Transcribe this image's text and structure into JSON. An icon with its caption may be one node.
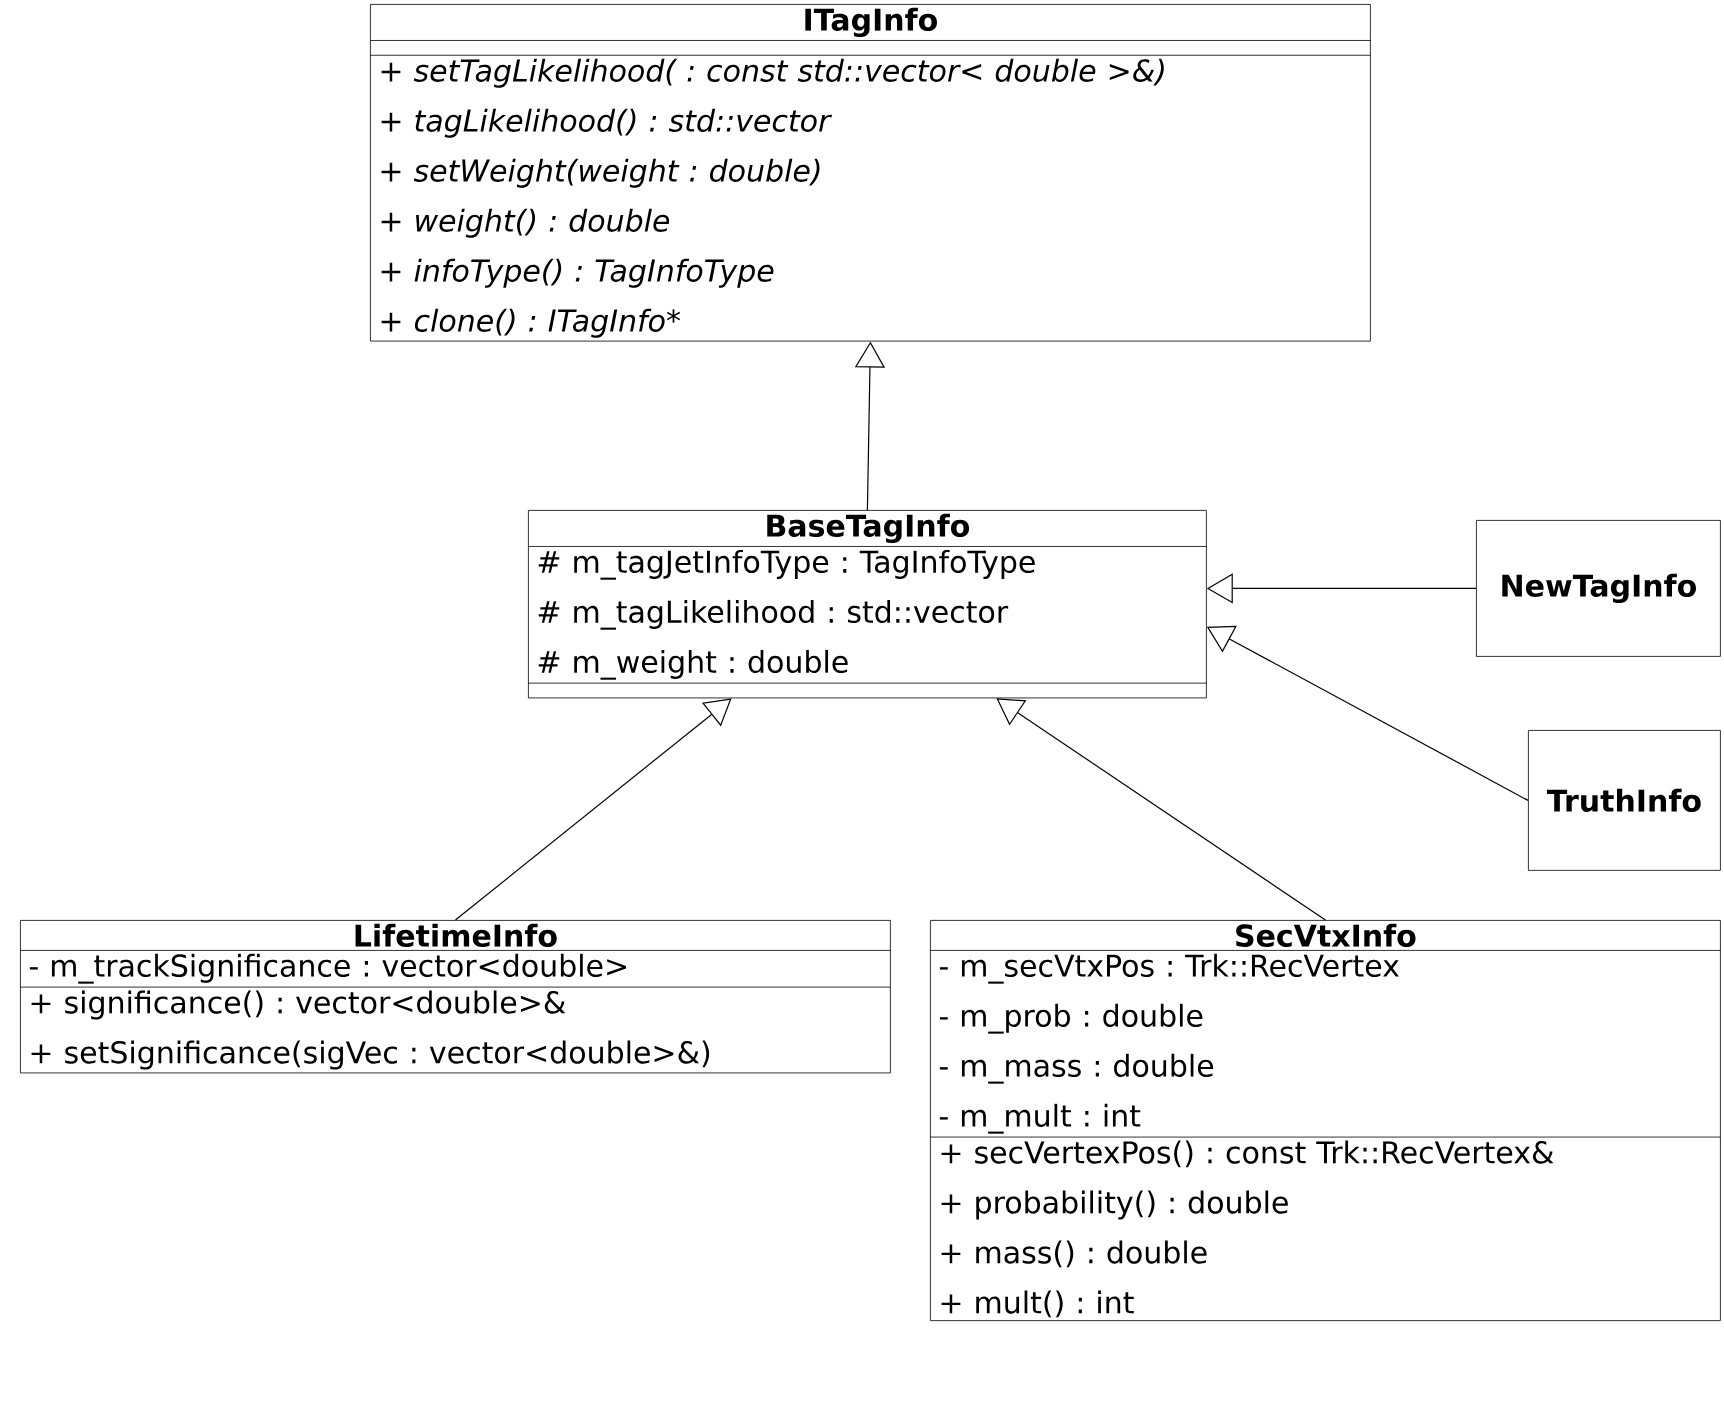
{
  "diagram": {
    "nodes": [
      {
        "text": [
          "ITagInfo",
          "+ setTagLikelihood( : const std::vector< double >&)",
          "+ tagLikelihood() : std::vector",
          "+ setWeight(weight : double)",
          "+ weight() : double",
          "+ infoType() : TagInfoType",
          "+ clone() : ITagInfo*"
        ]
      },
      {
        "text": [
          "BaseTagInfo",
          "# m_tagJetInfoType : TagInfoType",
          "# m_tagLikelihood : std::vector",
          "# m_weight : double"
        ]
      },
      {
        "text": [
          "NewTagInfo"
        ]
      },
      {
        "text": [
          "TruthInfo"
        ]
      },
      {
        "text": [
          "LifetimeInfo",
          "- m_trackSignificance : vector<double>",
          "+ significance() : vector<double>&",
          "+ setSignificance(sigVec : vector<double>&)"
        ]
      },
      {
        "text": [
          "SecVtxInfo",
          "- m_secVtxPos : Trk::RecVertex",
          "- m_prob : double",
          "- m_mass : double",
          "- m_mult : int",
          "+ secVertexPos() : const Trk::RecVertex&",
          "+ probability() : double",
          "+ mass() : double",
          "+ mult() : int"
        ]
      }
    ],
    "edges": [
      {
        "from": 1,
        "to": 0,
        "arrow": "to"
      },
      {
        "from": 2,
        "to": 1,
        "arrow": "to"
      },
      {
        "from": 3,
        "to": 1,
        "arrow": "to"
      },
      {
        "from": 4,
        "to": 1,
        "arrow": "to"
      },
      {
        "from": 5,
        "to": 1,
        "arrow": "to"
      }
    ]
  }
}
